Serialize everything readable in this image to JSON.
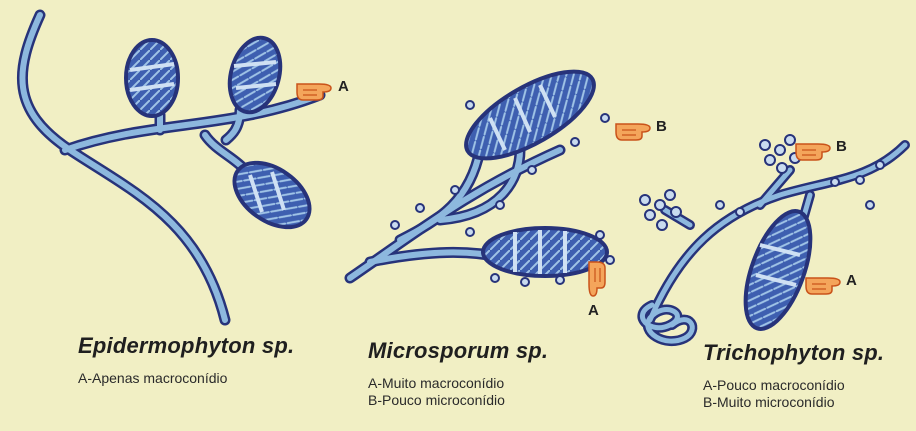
{
  "panels": [
    {
      "title": "Epidermophyton sp.",
      "lines": [
        "A-Apenas macroconídio"
      ],
      "markers": [
        "A"
      ]
    },
    {
      "title": "Microsporum sp.",
      "lines": [
        "A-Muito macroconídio",
        "B-Pouco microconídio"
      ],
      "markers": [
        "B",
        "A"
      ]
    },
    {
      "title": "Trichophyton sp.",
      "lines": [
        "A-Pouco macroconídio",
        "B-Muito microconídio"
      ],
      "markers": [
        "B",
        "A"
      ]
    }
  ],
  "colors": {
    "background": "#f1efc4",
    "hypha_outline": "#27337a",
    "hypha_fill": "#8db8de",
    "spore_fill": "#3e5fb0",
    "pointer_hand": "#e8762a"
  },
  "icons": [
    "pointing-hand-icon"
  ]
}
